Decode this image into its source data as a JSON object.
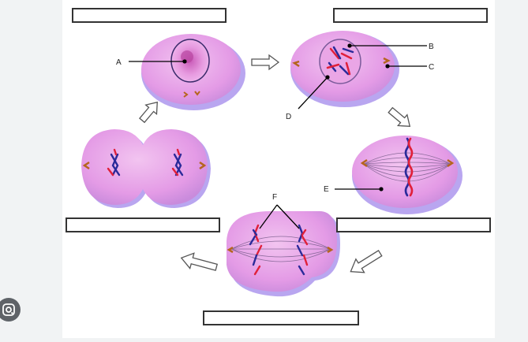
{
  "diagram": {
    "labels": {
      "a": "A",
      "b": "B",
      "c": "C",
      "d": "D",
      "e": "E",
      "f": "F"
    }
  },
  "colors": {
    "cell_fill": "#e8a8e8",
    "cell_edge": "#b9a6f0",
    "chromosome_red": "#e0203a",
    "chromosome_blue": "#2a2a9a",
    "centrosome": "#b5651d"
  },
  "icons": {
    "lens": "google-lens-icon"
  }
}
